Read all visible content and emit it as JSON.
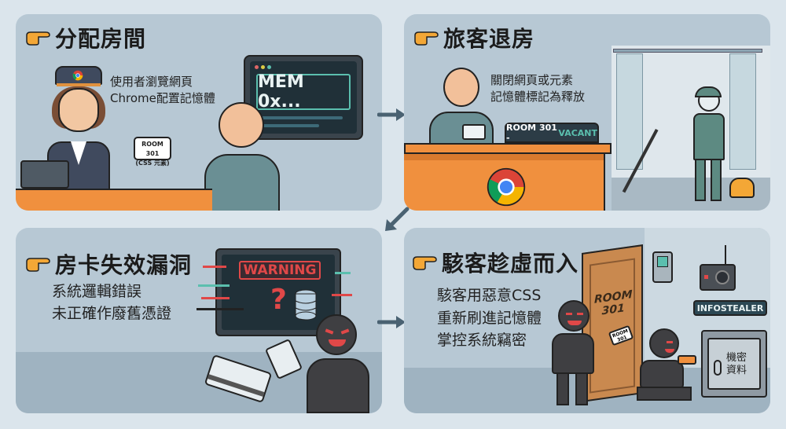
{
  "colors": {
    "background": "#dbe5ec",
    "panel": "#b7c8d4",
    "floor": "#9fb3c1",
    "arrow": "#4a6272",
    "desk_orange": "#f0903e",
    "accent_teal": "#5bbfae",
    "warning_red": "#e04848",
    "dark_screen": "#203038",
    "hand_yellow": "#f3a736"
  },
  "panels": [
    {
      "id": "allocate-room",
      "title": "分配房間",
      "lines": [
        "使用者瀏覽網頁",
        "Chrome配置記憶體"
      ],
      "room_card": [
        "ROOM 301",
        "(CSS 元素)"
      ],
      "screen_text": "MEM 0x...",
      "icons": [
        "pointing-hand-icon",
        "receptionist",
        "chrome-logo-icon",
        "guest",
        "monitor"
      ]
    },
    {
      "id": "guest-checkout",
      "title": "旅客退房",
      "lines": [
        "關閉網頁或元素",
        "記憶體標記為釋放"
      ],
      "sign_text_prefix": "ROOM 301 - ",
      "sign_text_status": "VACANT",
      "icons": [
        "pointing-hand-icon",
        "guest",
        "chrome-logo-icon",
        "cleaner-with-vacuum"
      ]
    },
    {
      "id": "room-card-invalidation-flaw",
      "title": "房卡失效漏洞",
      "lines": [
        "系統邏輯錯誤",
        "未正確作廢舊憑證"
      ],
      "screen_warning": "WARNING",
      "screen_symbol": "?",
      "icons": [
        "pointing-hand-icon",
        "glitch-monitor",
        "database-icon",
        "hacker",
        "id-card-icon"
      ]
    },
    {
      "id": "hacker-intrusion",
      "title": "駭客趁虛而入",
      "lines": [
        "駭客用惡意CSS",
        "重新刷進記憶體",
        "掌控系統竊密"
      ],
      "door_text": [
        "ROOM",
        "301"
      ],
      "card_text": [
        "ROOM",
        "301"
      ],
      "device_label": "INFOSTEALER",
      "safe_label": [
        "機密",
        "資料"
      ],
      "icons": [
        "pointing-hand-icon",
        "door",
        "hacker",
        "camera-device",
        "safe-icon",
        "drill-icon"
      ]
    }
  ],
  "flow_arrows": [
    "p1-to-p2",
    "p2-to-p3",
    "p3-to-p4"
  ]
}
